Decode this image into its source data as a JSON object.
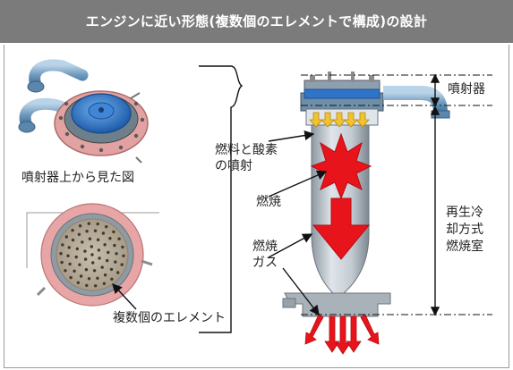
{
  "header": {
    "title": "エンジンに近い形態(複数個のエレメントで構成)の設計"
  },
  "labels": {
    "top_view": "噴射器上から見た図",
    "elements": "複数個のエレメント",
    "fuel_oxidizer_1": "燃料と酸素",
    "fuel_oxidizer_2": "の噴射",
    "combustion": "燃焼",
    "gas_1": "燃焼",
    "gas_2": "ガス",
    "injector": "噴射器",
    "chamber_1": "再生冷",
    "chamber_2": "却方式",
    "chamber_3": "燃焼室"
  },
  "colors": {
    "header_bg": "#7b7b7b",
    "flame": "#e8141c",
    "injector_blue": "#2f74c8",
    "flange_pink": "#e3a2a2",
    "pipe_steel": "#7fa8c8",
    "chamber_grey": "#b9c2c9"
  }
}
